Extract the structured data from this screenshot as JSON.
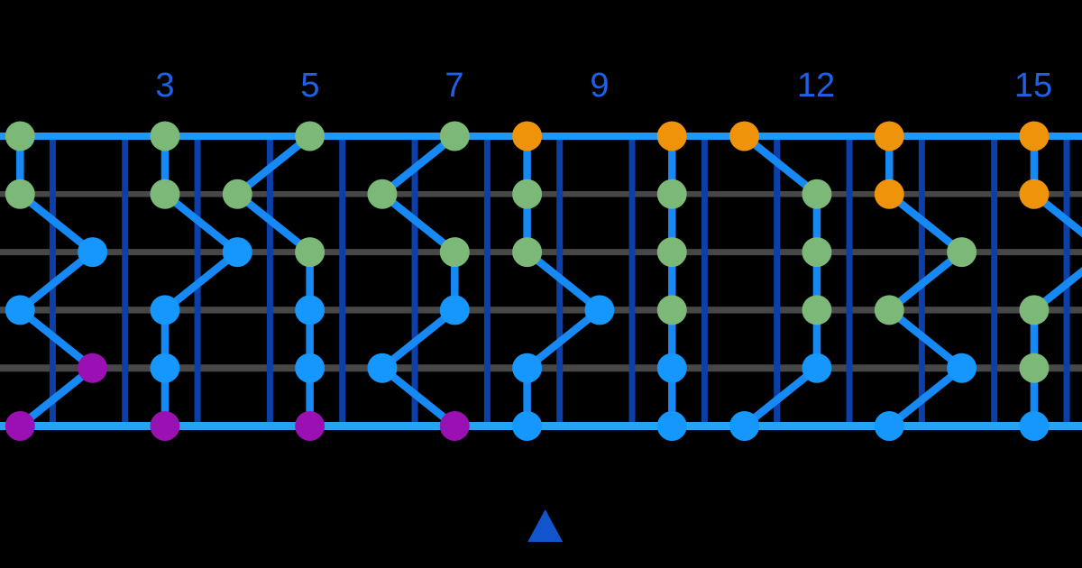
{
  "title": "guitar-scale-fretboard-diagram",
  "colors": {
    "background": "#000000",
    "string_gray": "#474747",
    "string_top": "#1c99fd",
    "string_bottom": "#27a3f3",
    "fret_wire": "#0c40a8",
    "path_line": "#1789f4",
    "note_green": "#7cb878",
    "note_orange": "#ee930a",
    "note_purple": "#9a10b2",
    "note_blue": "#1697fd",
    "fret_label": "#1e61e6",
    "marker": "#1254cb"
  },
  "fretboard": {
    "string_count": 6,
    "fret_count": 15,
    "fret_labels": [
      {
        "fret": 3,
        "text": "3"
      },
      {
        "fret": 5,
        "text": "5"
      },
      {
        "fret": 7,
        "text": "7"
      },
      {
        "fret": 9,
        "text": "9"
      },
      {
        "fret": 12,
        "text": "12"
      },
      {
        "fret": 15,
        "text": "15"
      }
    ],
    "strings": [
      {
        "number": 1,
        "style": "bright",
        "thickness": 8
      },
      {
        "number": 2,
        "style": "gray",
        "thickness": 6.5
      },
      {
        "number": 3,
        "style": "gray",
        "thickness": 7
      },
      {
        "number": 4,
        "style": "gray",
        "thickness": 7.5
      },
      {
        "number": 5,
        "style": "gray",
        "thickness": 8
      },
      {
        "number": 6,
        "style": "bright",
        "thickness": 9
      }
    ],
    "dots": [
      [
        1,
        1,
        "green"
      ],
      [
        1,
        2,
        "green"
      ],
      [
        2,
        3,
        "blue"
      ],
      [
        1,
        4,
        "blue"
      ],
      [
        2,
        5,
        "purple"
      ],
      [
        1,
        6,
        "purple"
      ],
      [
        3,
        1,
        "green"
      ],
      [
        3,
        2,
        "green"
      ],
      [
        4,
        3,
        "blue"
      ],
      [
        3,
        4,
        "blue"
      ],
      [
        3,
        5,
        "blue"
      ],
      [
        3,
        6,
        "purple"
      ],
      [
        5,
        1,
        "green"
      ],
      [
        4,
        2,
        "green"
      ],
      [
        5,
        3,
        "green"
      ],
      [
        5,
        4,
        "blue"
      ],
      [
        5,
        5,
        "blue"
      ],
      [
        5,
        6,
        "purple"
      ],
      [
        7,
        1,
        "green"
      ],
      [
        6,
        2,
        "green"
      ],
      [
        7,
        3,
        "green"
      ],
      [
        7,
        4,
        "blue"
      ],
      [
        6,
        5,
        "blue"
      ],
      [
        7,
        6,
        "purple"
      ],
      [
        8,
        1,
        "orange"
      ],
      [
        8,
        2,
        "green"
      ],
      [
        8,
        3,
        "green"
      ],
      [
        9,
        4,
        "blue"
      ],
      [
        8,
        5,
        "blue"
      ],
      [
        8,
        6,
        "blue"
      ],
      [
        10,
        1,
        "orange"
      ],
      [
        10,
        2,
        "green"
      ],
      [
        10,
        3,
        "green"
      ],
      [
        10,
        4,
        "green"
      ],
      [
        10,
        5,
        "blue"
      ],
      [
        10,
        6,
        "blue"
      ],
      [
        11,
        1,
        "orange"
      ],
      [
        12,
        2,
        "green"
      ],
      [
        12,
        3,
        "green"
      ],
      [
        12,
        4,
        "green"
      ],
      [
        12,
        5,
        "blue"
      ],
      [
        11,
        6,
        "blue"
      ],
      [
        13,
        1,
        "orange"
      ],
      [
        13,
        2,
        "orange"
      ],
      [
        14,
        3,
        "green"
      ],
      [
        13,
        4,
        "green"
      ],
      [
        14,
        5,
        "blue"
      ],
      [
        13,
        6,
        "blue"
      ],
      [
        15,
        1,
        "orange"
      ],
      [
        15,
        2,
        "orange"
      ],
      [
        15,
        4,
        "green"
      ],
      [
        15,
        5,
        "green"
      ],
      [
        15,
        6,
        "blue"
      ]
    ],
    "path_segments": [
      [
        [
          1,
          1
        ],
        [
          1,
          2
        ]
      ],
      [
        [
          1,
          2
        ],
        [
          2,
          3
        ]
      ],
      [
        [
          2,
          3
        ],
        [
          1,
          4
        ]
      ],
      [
        [
          1,
          4
        ],
        [
          2,
          5
        ]
      ],
      [
        [
          2,
          5
        ],
        [
          1,
          6
        ]
      ],
      [
        [
          3,
          1
        ],
        [
          3,
          2
        ]
      ],
      [
        [
          3,
          2
        ],
        [
          4,
          3
        ]
      ],
      [
        [
          4,
          3
        ],
        [
          3,
          4
        ]
      ],
      [
        [
          3,
          4
        ],
        [
          3,
          5
        ]
      ],
      [
        [
          3,
          5
        ],
        [
          3,
          6
        ]
      ],
      [
        [
          5,
          1
        ],
        [
          4,
          2
        ]
      ],
      [
        [
          4,
          2
        ],
        [
          5,
          3
        ]
      ],
      [
        [
          5,
          3
        ],
        [
          5,
          4
        ]
      ],
      [
        [
          5,
          4
        ],
        [
          5,
          5
        ]
      ],
      [
        [
          5,
          5
        ],
        [
          5,
          6
        ]
      ],
      [
        [
          7,
          1
        ],
        [
          6,
          2
        ]
      ],
      [
        [
          6,
          2
        ],
        [
          7,
          3
        ]
      ],
      [
        [
          7,
          3
        ],
        [
          7,
          4
        ]
      ],
      [
        [
          7,
          4
        ],
        [
          6,
          5
        ]
      ],
      [
        [
          6,
          5
        ],
        [
          7,
          6
        ]
      ],
      [
        [
          8,
          1
        ],
        [
          8,
          2
        ]
      ],
      [
        [
          8,
          2
        ],
        [
          8,
          3
        ]
      ],
      [
        [
          8,
          3
        ],
        [
          9,
          4
        ]
      ],
      [
        [
          9,
          4
        ],
        [
          8,
          5
        ]
      ],
      [
        [
          8,
          5
        ],
        [
          8,
          6
        ]
      ],
      [
        [
          10,
          1
        ],
        [
          10,
          2
        ]
      ],
      [
        [
          10,
          2
        ],
        [
          10,
          3
        ]
      ],
      [
        [
          10,
          3
        ],
        [
          10,
          4
        ]
      ],
      [
        [
          10,
          4
        ],
        [
          10,
          5
        ]
      ],
      [
        [
          10,
          5
        ],
        [
          10,
          6
        ]
      ],
      [
        [
          11,
          1
        ],
        [
          12,
          2
        ]
      ],
      [
        [
          12,
          2
        ],
        [
          12,
          3
        ]
      ],
      [
        [
          12,
          3
        ],
        [
          12,
          4
        ]
      ],
      [
        [
          12,
          4
        ],
        [
          12,
          5
        ]
      ],
      [
        [
          12,
          5
        ],
        [
          11,
          6
        ]
      ],
      [
        [
          13,
          1
        ],
        [
          13,
          2
        ]
      ],
      [
        [
          13,
          2
        ],
        [
          14,
          3
        ]
      ],
      [
        [
          14,
          3
        ],
        [
          13,
          4
        ]
      ],
      [
        [
          13,
          4
        ],
        [
          14,
          5
        ]
      ],
      [
        [
          14,
          5
        ],
        [
          13,
          6
        ]
      ],
      [
        [
          15,
          1
        ],
        [
          15,
          2
        ]
      ],
      [
        [
          15,
          2
        ],
        [
          16,
          3
        ]
      ],
      [
        [
          16,
          3
        ],
        [
          15,
          4
        ]
      ],
      [
        [
          15,
          4
        ],
        [
          15,
          5
        ]
      ],
      [
        [
          15,
          5
        ],
        [
          15,
          6
        ]
      ]
    ]
  },
  "marker": {
    "symbol": "triangle-up",
    "at_fret": 8.25
  }
}
